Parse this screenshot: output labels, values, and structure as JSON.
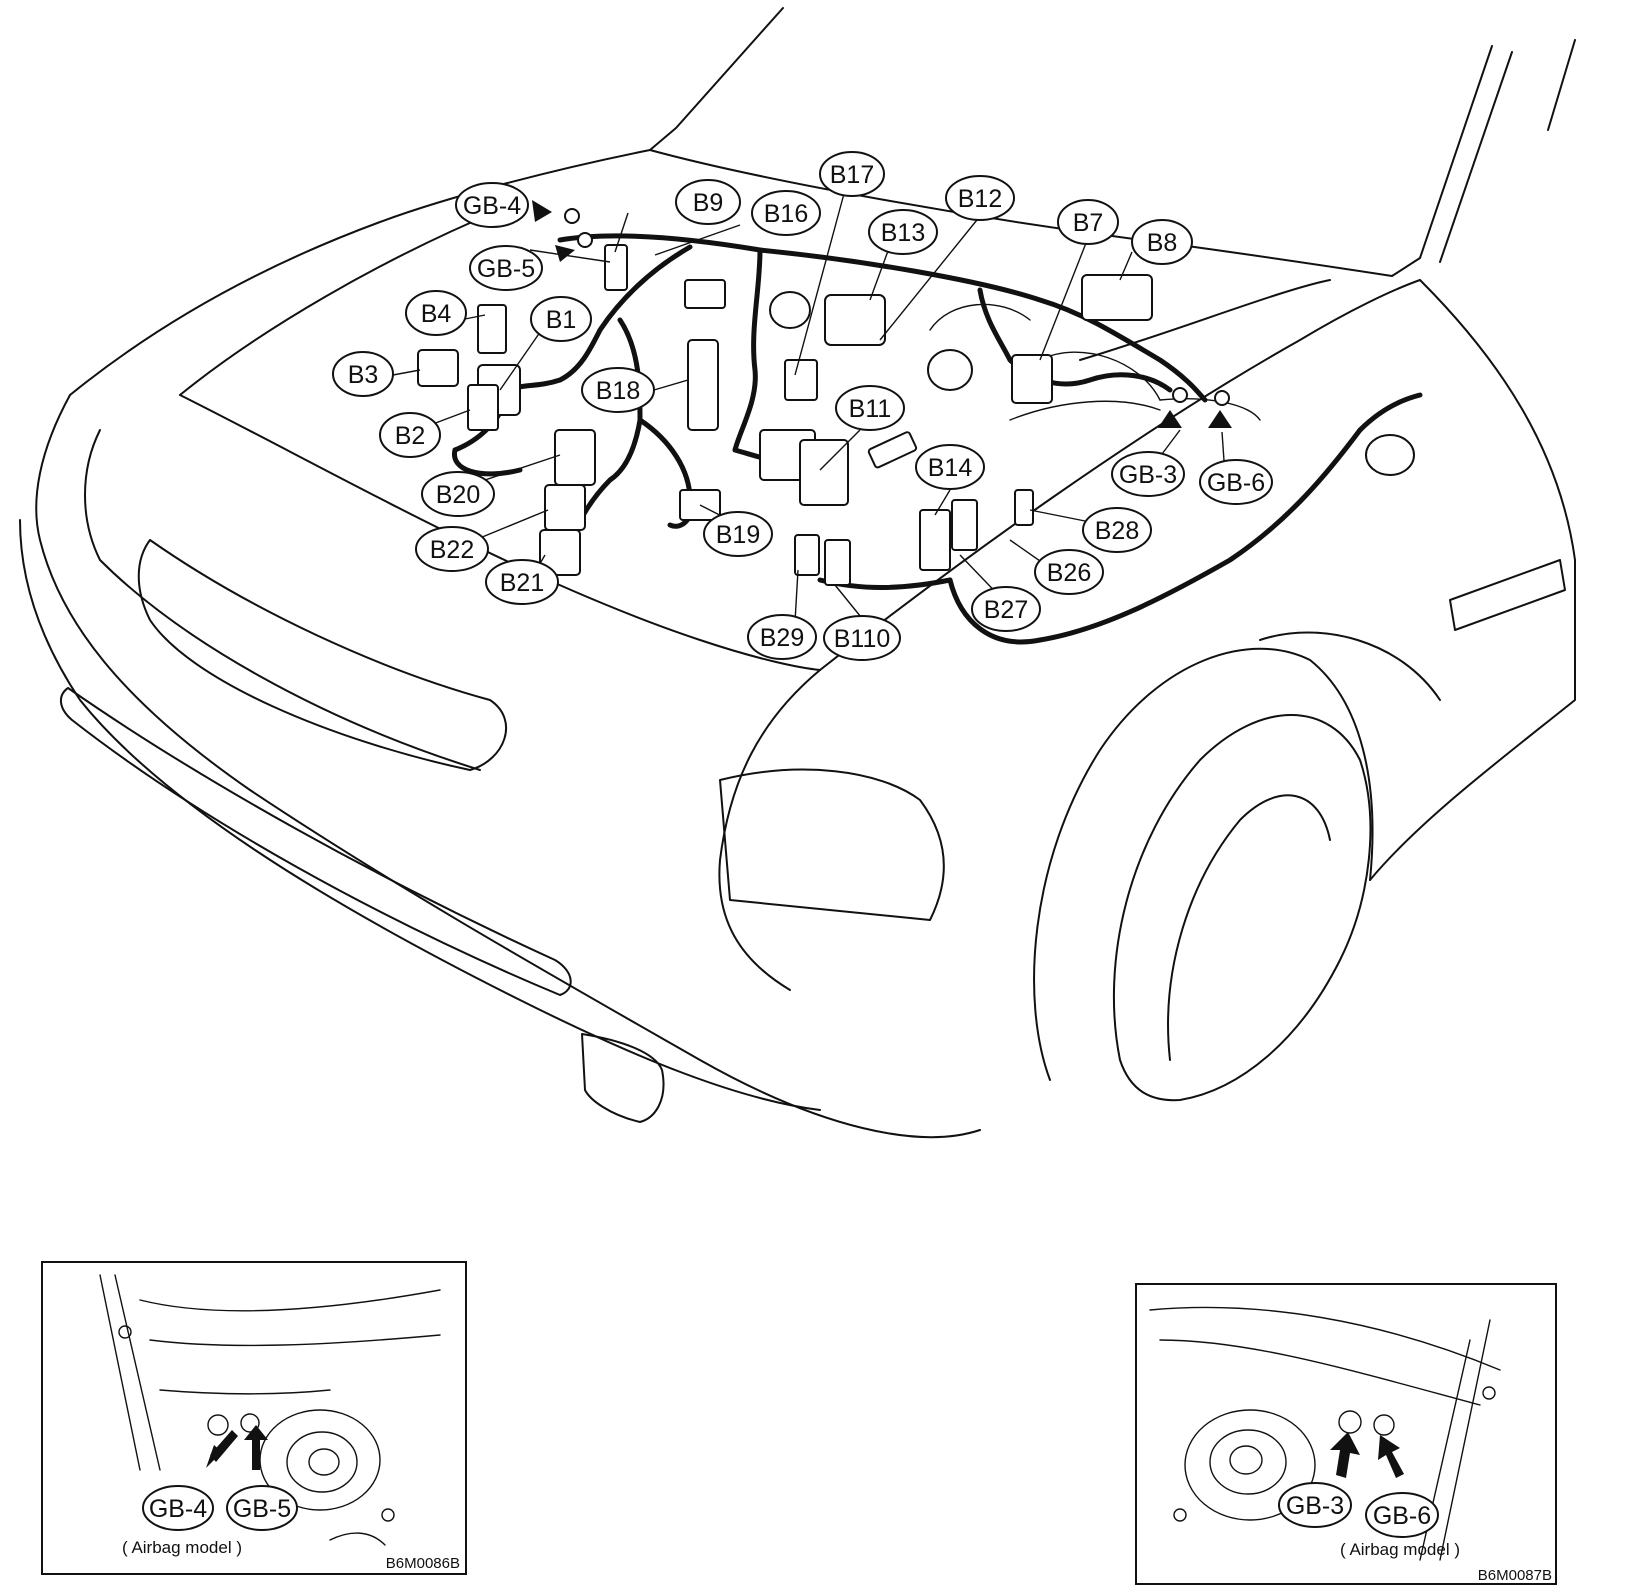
{
  "main_connectors": [
    "B1",
    "B2",
    "B3",
    "B4",
    "B7",
    "B8",
    "B9",
    "B11",
    "B12",
    "B13",
    "B14",
    "B16",
    "B17",
    "B18",
    "B19",
    "B20",
    "B21",
    "B22",
    "B26",
    "B27",
    "B28",
    "B29",
    "B110"
  ],
  "ground_points": [
    "GB-3",
    "GB-4",
    "GB-5",
    "GB-6"
  ],
  "inset_left": {
    "labels": [
      "GB-4",
      "GB-5"
    ],
    "caption": "( Airbag model )",
    "code": "B6M0086B"
  },
  "inset_right": {
    "labels": [
      "GB-3",
      "GB-6"
    ],
    "caption": "( Airbag model )",
    "code": "B6M0087B"
  }
}
